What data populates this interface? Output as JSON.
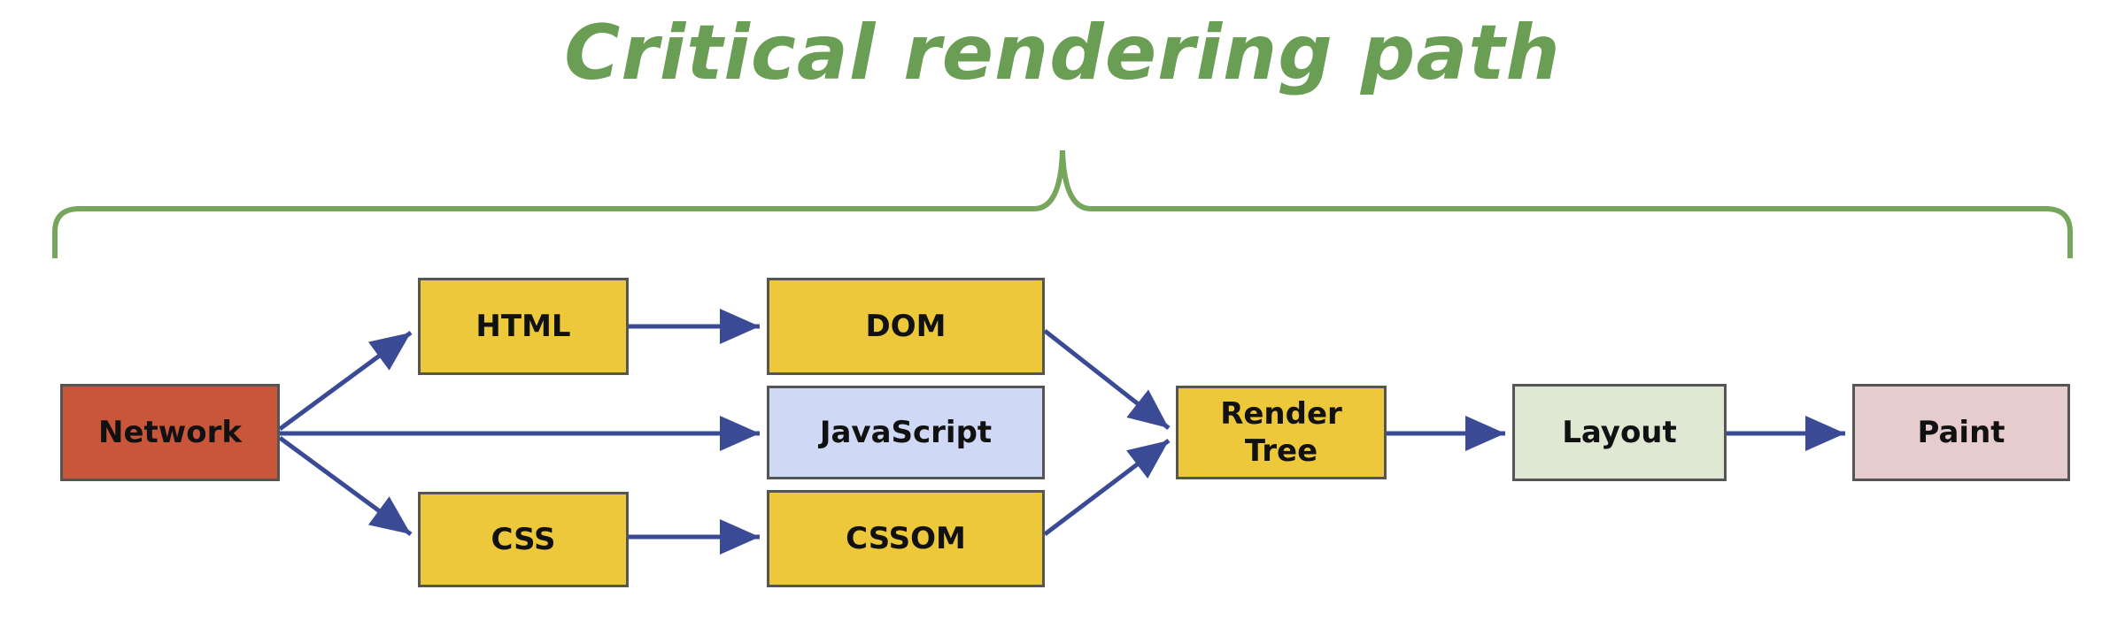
{
  "title": "Critical rendering path",
  "colors": {
    "title": "#6a9e54",
    "brace": "#76a55c",
    "arrow": "#3a4a94",
    "network": "#c7563a",
    "stage": "#ecc83a",
    "javascript": "#cfd8f4",
    "layout": "#dfe8d2",
    "paint": "#e6cccd"
  },
  "nodes": {
    "network": "Network",
    "html": "HTML",
    "dom": "DOM",
    "javascript": "JavaScript",
    "css": "CSS",
    "cssom": "CSSOM",
    "render_tree_line1": "Render",
    "render_tree_line2": "Tree",
    "layout": "Layout",
    "paint": "Paint"
  }
}
